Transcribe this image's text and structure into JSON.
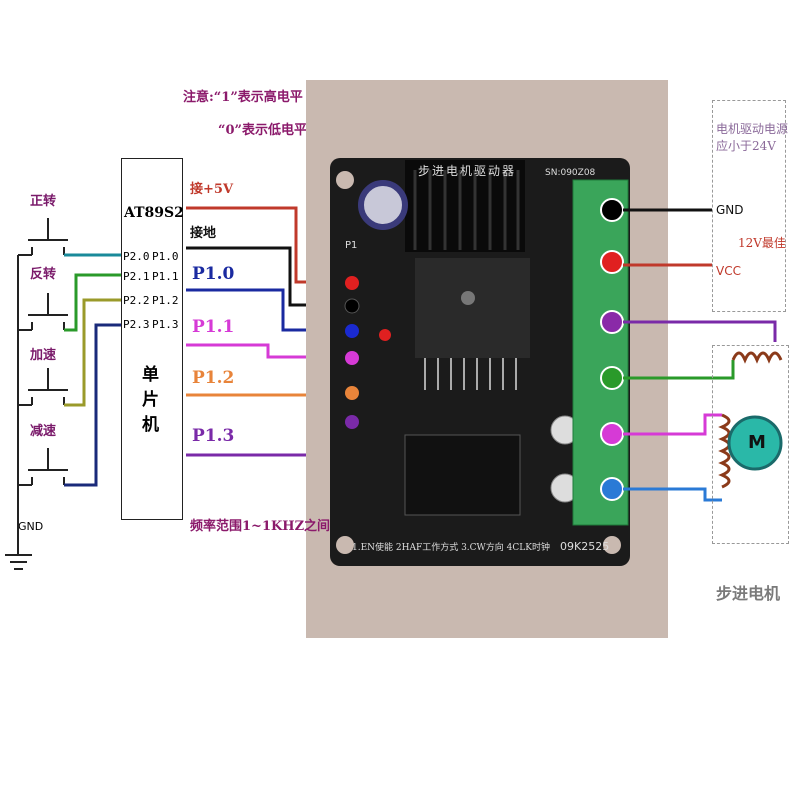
{
  "note": {
    "line1": "注意:“1”表示高电平",
    "line2": "“0”表示低电平"
  },
  "switches": [
    {
      "label": "正转"
    },
    {
      "label": "反转"
    },
    {
      "label": "加速"
    },
    {
      "label": "减速"
    }
  ],
  "gnd_left": "GND",
  "mcu": {
    "model": "AT89S2",
    "name_chars": [
      "单",
      "片",
      "机"
    ],
    "left_pins": [
      "P2.0",
      "P2.1",
      "P2.2",
      "P2.3"
    ],
    "right_pins": [
      "P1.0",
      "P1.1",
      "P1.2",
      "P1.3"
    ]
  },
  "wire_labels": {
    "vcc5": "接+5V",
    "gnd": "接地",
    "p10": "P1.0",
    "p11": "P1.1",
    "p12": "P1.2",
    "p13": "P1.3"
  },
  "freq_note": "频率范围1~1KHZ之间",
  "board": {
    "title": "步进电机驱动器",
    "sn": "SN:090Z08",
    "bottom": "1.EN使能  2HAF工作方式 3.CW方向 4CLK时钟",
    "id": "09K2525",
    "p1": "P1"
  },
  "power": {
    "title": "电机驱动电源",
    "subtitle": "应小于24V",
    "gnd": "GND",
    "best": "12V最佳",
    "vcc": "VCC"
  },
  "motor": {
    "letter": "M",
    "caption": "步进电机"
  },
  "colors": {
    "red": "#c0392b",
    "black": "#111111",
    "blue": "#1a2aa0",
    "magenta": "#d63ad6",
    "orange": "#e8843a",
    "purple": "#7a2aa8",
    "teal": "#1a8a9a",
    "green": "#2a9a2a",
    "olive": "#9a9a2a",
    "navy": "#1a2a7a",
    "label": "#8b1a6b"
  }
}
